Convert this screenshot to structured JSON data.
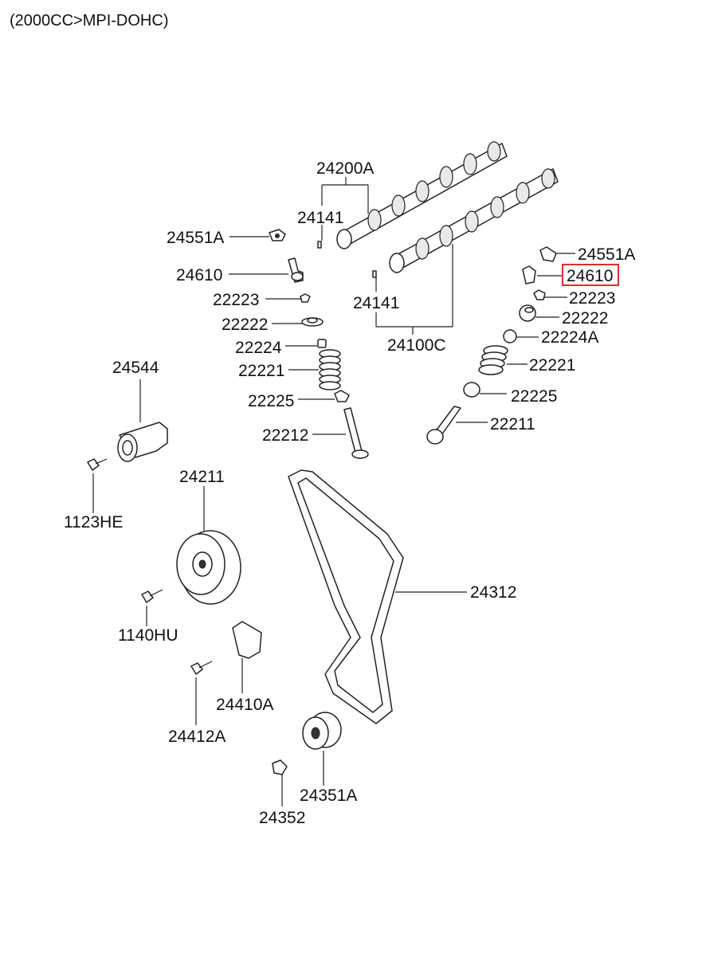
{
  "header": {
    "title": "(2000CC>MPI-DOHC)"
  },
  "labels": {
    "p24200A": "24200A",
    "p24141_top": "24141",
    "p24551A_left": "24551A",
    "p24610_left": "24610",
    "p22223_left": "22223",
    "p22222_left": "22222",
    "p22224_left": "22224",
    "p22221_left": "22221",
    "p22225_left": "22225",
    "p22212": "22212",
    "p24141_mid": "24141",
    "p24100C": "24100C",
    "p24551A_right": "24551A",
    "p24610_right": "24610",
    "p22223_right": "22223",
    "p22222_right": "22222",
    "p22224A": "22224A",
    "p22221_right": "22221",
    "p22225_right": "22225",
    "p22211": "22211",
    "p24544": "24544",
    "p1123HE": "1123HE",
    "p24211": "24211",
    "p1140HU": "1140HU",
    "p24312": "24312",
    "p24410A": "24410A",
    "p24412A": "24412A",
    "p24351A": "24351A",
    "p24352": "24352"
  },
  "highlight": {
    "part": "24610",
    "color": "#d9302c"
  }
}
